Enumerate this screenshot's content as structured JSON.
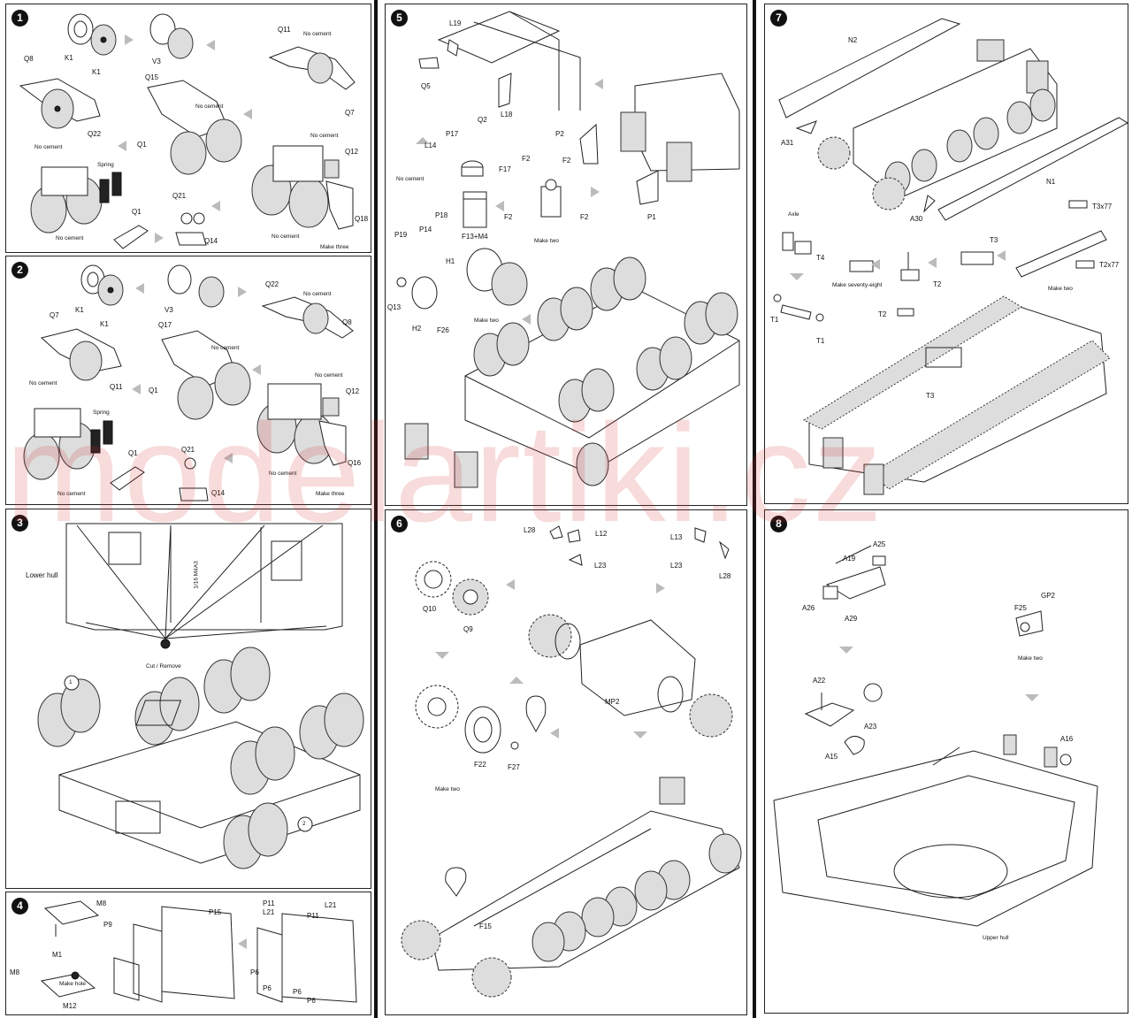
{
  "watermark": "modelartiki.cz",
  "steps": [
    {
      "number": "1",
      "labels": {
        "k1a": "K1",
        "k1b": "K1",
        "v3": "V3",
        "q15": "Q15",
        "q11": "Q11",
        "nocement_q11": "No cement",
        "q8": "Q8",
        "q22": "Q22",
        "q7": "Q7",
        "nocement_a": "No cement",
        "nocement_b": "No cement",
        "q1a": "Q1",
        "nocement_c": "No cement",
        "q12": "Q12",
        "spring": "Spring",
        "q21": "Q21",
        "q1b": "Q1",
        "nocement_d": "No cement",
        "q14": "Q14",
        "q18": "Q18",
        "nocement_e": "No cement",
        "make_three": "Make three"
      }
    },
    {
      "number": "2",
      "labels": {
        "k1a": "K1",
        "k1b": "K1",
        "v3": "V3",
        "q22": "Q22",
        "nocement_a": "No cement",
        "q7": "Q7",
        "q17": "Q17",
        "q8": "Q8",
        "nocement_b": "No cement",
        "nocement_c": "No cement",
        "q11": "Q11",
        "q1a": "Q1",
        "nocement_d": "No cement",
        "q12": "Q12",
        "spring": "Spring",
        "q1b": "Q1",
        "q21": "Q21",
        "q16": "Q16",
        "nocement_e": "No cement",
        "q14": "Q14",
        "nocement_f": "No cement",
        "make_three": "Make three"
      }
    },
    {
      "number": "3",
      "labels": {
        "lower_hull": "Lower hull",
        "cut_remove": "Cut / Remove",
        "callout1": "1",
        "callout2": "2",
        "hull_text": "1/16 M4A3"
      }
    },
    {
      "number": "4",
      "labels": {
        "m8a": "M8",
        "p9": "P9",
        "m1": "M1",
        "m8b": "M8",
        "make_hole": "Make hole",
        "m12": "M12",
        "p15": "P15",
        "p11a": "P11",
        "l21a": "L21",
        "l21b": "L21",
        "p11b": "P11",
        "p6a": "P6",
        "p6b": "P6",
        "p6c": "P6",
        "p6d": "P6"
      }
    },
    {
      "number": "5",
      "labels": {
        "l19": "L19",
        "q5": "Q5",
        "p17": "P17",
        "q2": "Q2",
        "l18": "L18",
        "l14": "L14",
        "p2": "P2",
        "nocement": "No cement",
        "f17": "F17",
        "f2a": "F2",
        "f2b": "F2",
        "f2c": "F2",
        "f2d": "F2",
        "p1": "P1",
        "p18": "P18",
        "p19": "P19",
        "p14": "P14",
        "f13m4": "F13+M4",
        "make_two_a": "Make two",
        "h1": "H1",
        "q13": "Q13",
        "h2": "H2",
        "f26": "F26",
        "make_two_b": "Make two"
      }
    },
    {
      "number": "6",
      "labels": {
        "l28a": "L28",
        "l12": "L12",
        "l23a": "L23",
        "l13": "L13",
        "l23b": "L23",
        "l28b": "L28",
        "q10": "Q10",
        "q9": "Q9",
        "mp2": "MP2",
        "f22": "F22",
        "f27": "F27",
        "make_two": "Make two",
        "f15": "F15"
      }
    },
    {
      "number": "7",
      "labels": {
        "n2": "N2",
        "a31": "A31",
        "n1": "N1",
        "a30": "A30",
        "axle": "Axle",
        "t4": "T4",
        "make78": "Make seventy-eight",
        "t2a": "T2",
        "t3a": "T3",
        "t3x77": "T3x77",
        "t2x77": "T2x77",
        "make_two": "Make two",
        "t1a": "T1",
        "t1b": "T1",
        "t2b": "T2",
        "t3b": "T3"
      }
    },
    {
      "number": "8",
      "labels": {
        "a25": "A25",
        "a19": "A19",
        "a26": "A26",
        "a29": "A29",
        "gp2": "GP2",
        "f25": "F25",
        "make_two": "Make two",
        "a22": "A22",
        "a23": "A23",
        "a15": "A15",
        "a16": "A16",
        "upper_hull": "Upper hull"
      }
    }
  ]
}
